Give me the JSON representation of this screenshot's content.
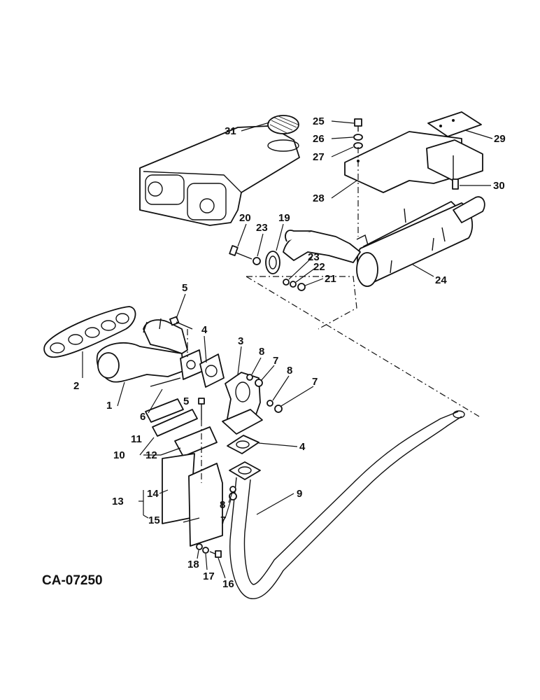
{
  "drawing_code": "CA-07250",
  "callouts": {
    "c1": "1",
    "c2": "2",
    "c3": "3",
    "c4a": "4",
    "c4b": "4",
    "c5a": "5",
    "c5b": "5",
    "c6": "6",
    "c7a": "7",
    "c7b": "7",
    "c7c": "7",
    "c8a": "8",
    "c8b": "8",
    "c8c": "8",
    "c9": "9",
    "c10": "10",
    "c11": "11",
    "c12": "12",
    "c13": "13",
    "c14": "14",
    "c15": "15",
    "c16": "16",
    "c17": "17",
    "c18": "18",
    "c19": "19",
    "c20": "20",
    "c21": "21",
    "c22": "22",
    "c23a": "23",
    "c23b": "23",
    "c24": "24",
    "c25": "25",
    "c26": "26",
    "c27": "27",
    "c28": "28",
    "c29": "29",
    "c30": "30",
    "c31": "31"
  }
}
